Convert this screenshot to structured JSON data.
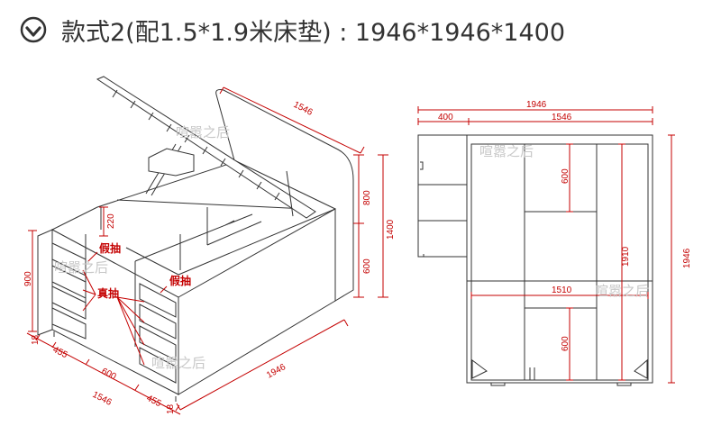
{
  "header": {
    "title": "款式2(配1.5*1.9米床垫) : 1946*1946*1400",
    "icon": "check-circle-icon",
    "icon_color": "#333333"
  },
  "colors": {
    "dimension": "#c40000",
    "line": "#333333",
    "watermark": "#c8c8c8"
  },
  "iso_view": {
    "dimensions": {
      "top_length": "1546",
      "lid_height": "800",
      "total_height": "1400",
      "base_height": "600",
      "drawer_height": "220",
      "side_height": "900",
      "panel_left": "18",
      "panel_right": "18",
      "left_depth": "455",
      "right_depth": "455",
      "middle": "600",
      "bottom_length": "1546",
      "front_width": "1946"
    },
    "labels": {
      "fake_drawer_left": "假抽",
      "fake_drawer_right": "假抽",
      "real_drawer": "真抽"
    },
    "watermarks": [
      "喧嚣之后",
      "喧嚣之后",
      "喧嚣之后"
    ]
  },
  "plan_view": {
    "dimensions": {
      "top_width": "1946",
      "side_cabinet": "400",
      "bed_width": "1546",
      "upper_compartment": "600",
      "inner_length": "1910",
      "total_length": "1946",
      "inner_width": "1510",
      "lower_compartment": "600"
    },
    "watermarks": [
      "喧嚣之后",
      "喧嚣之后"
    ]
  }
}
